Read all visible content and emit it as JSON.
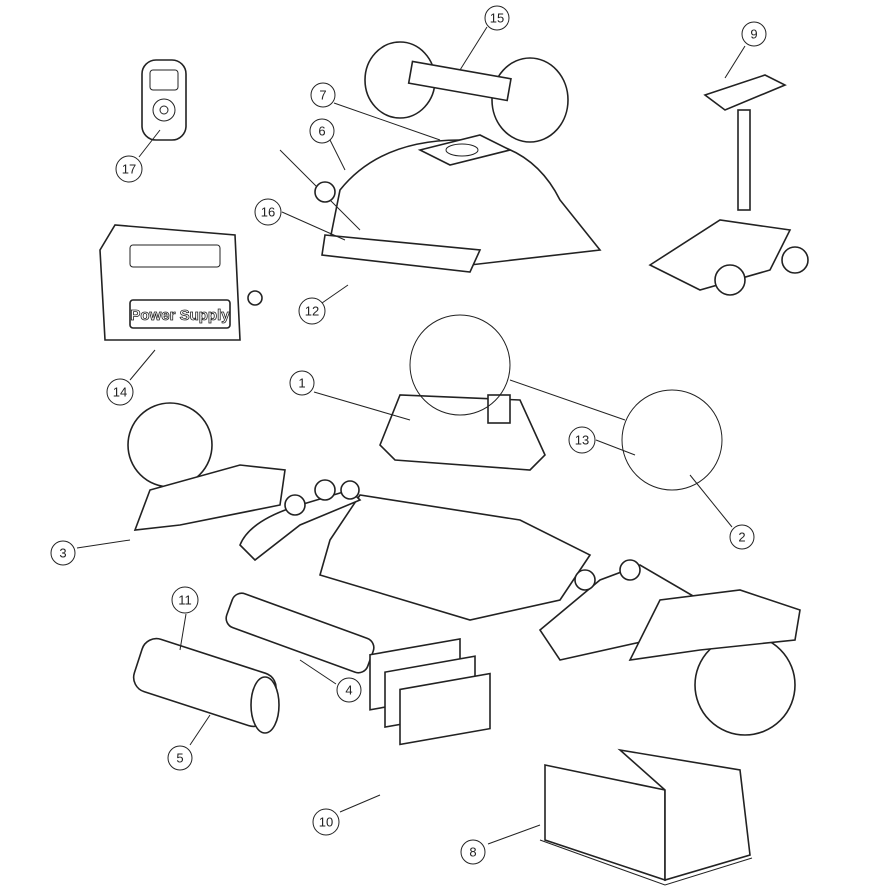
{
  "diagram": {
    "power_supply_label": "Power Supply",
    "callouts": [
      {
        "id": "15",
        "label": "15"
      },
      {
        "id": "9",
        "label": "9"
      },
      {
        "id": "7",
        "label": "7"
      },
      {
        "id": "6",
        "label": "6"
      },
      {
        "id": "17",
        "label": "17"
      },
      {
        "id": "16",
        "label": "16"
      },
      {
        "id": "12",
        "label": "12"
      },
      {
        "id": "14",
        "label": "14"
      },
      {
        "id": "1",
        "label": "1"
      },
      {
        "id": "13",
        "label": "13"
      },
      {
        "id": "3",
        "label": "3"
      },
      {
        "id": "2",
        "label": "2"
      },
      {
        "id": "11",
        "label": "11"
      },
      {
        "id": "4",
        "label": "4"
      },
      {
        "id": "5",
        "label": "5"
      },
      {
        "id": "10",
        "label": "10"
      },
      {
        "id": "8",
        "label": "8"
      }
    ]
  }
}
